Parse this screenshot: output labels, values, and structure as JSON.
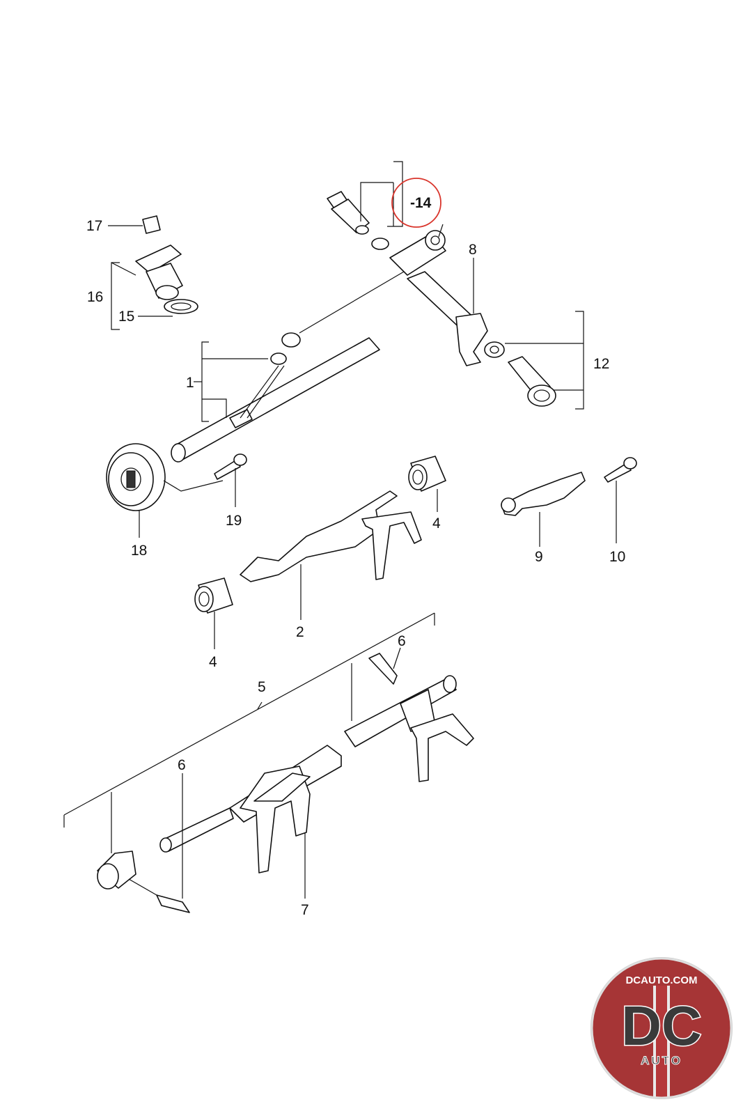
{
  "diagram": {
    "labels": {
      "p1": "1",
      "p2": "2",
      "p4a": "4",
      "p4b": "4",
      "p5": "5",
      "p6a": "6",
      "p6b": "6",
      "p7": "7",
      "p8": "8",
      "p9": "9",
      "p10": "10",
      "p12": "12",
      "p14": "-14",
      "p15": "15",
      "p16": "16",
      "p17": "17",
      "p18": "18",
      "p19": "19"
    },
    "highlight": {
      "target": "14",
      "color": "#d9342b"
    }
  },
  "logo": {
    "site": "DCAUTO.COM",
    "mark": "DC",
    "word": "AUTO",
    "colors": {
      "ring": "#b8b8b8",
      "red": "#b5383a",
      "dark": "#3a3a3a"
    }
  }
}
